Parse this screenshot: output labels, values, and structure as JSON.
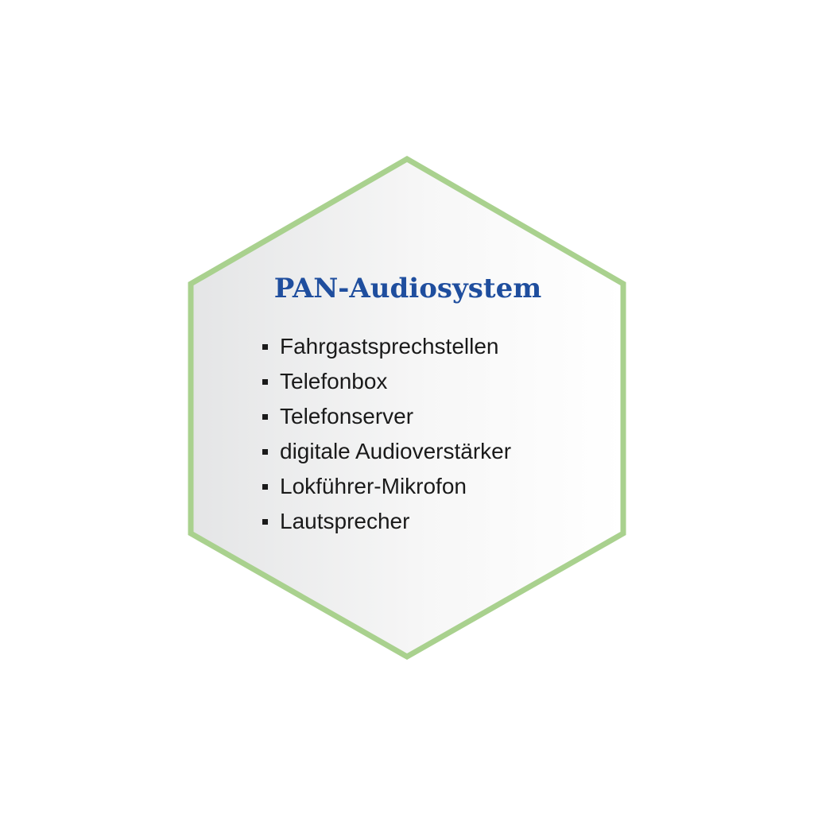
{
  "title": "PAN-Audiosystem",
  "items": [
    "Fahrgastsprechstellen",
    "Telefonbox",
    "Telefonserver",
    "digitale Audioverstärker",
    "Lokführer-Mikrofon",
    "Lautsprecher"
  ],
  "colors": {
    "border": "#a9d18e",
    "title": "#1f4e9e",
    "text": "#1a1a1a",
    "fill_light": "#ffffff",
    "fill_dark": "#e4e5e6"
  }
}
